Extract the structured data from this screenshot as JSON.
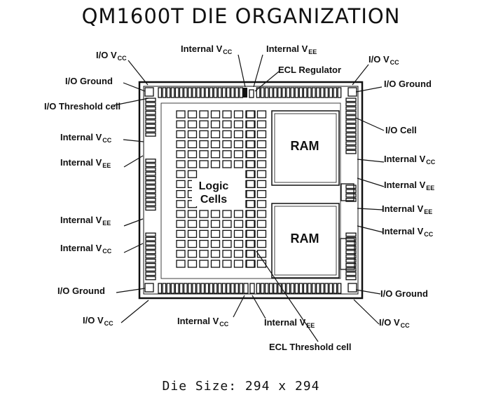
{
  "title": "QM1600T DIE ORGANIZATION",
  "footer": "Die Size: 294 x 294",
  "blocks": {
    "ram_top": "RAM",
    "ram_bottom": "RAM",
    "logic_line1": "Logic",
    "logic_line2": "Cells"
  },
  "labels": {
    "io_vcc_tl": {
      "main": "I/O V",
      "sub": "CC"
    },
    "io_ground_tl": {
      "main": "I/O Ground"
    },
    "io_threshold_cell": {
      "main": "I/O Threshold cell"
    },
    "internal_vcc_l1": {
      "main": "Internal V",
      "sub": "CC"
    },
    "internal_vee_l1": {
      "main": "Internal V",
      "sub": "EE"
    },
    "internal_vee_l2": {
      "main": "Internal V",
      "sub": "EE"
    },
    "internal_vcc_l2": {
      "main": "Internal V",
      "sub": "CC"
    },
    "io_ground_bl": {
      "main": "I/O Ground"
    },
    "io_vcc_bl": {
      "main": "I/O V",
      "sub": "CC"
    },
    "internal_vcc_top": {
      "main": "Internal V",
      "sub": "CC"
    },
    "internal_vee_top": {
      "main": "Internal V",
      "sub": "EE"
    },
    "ecl_regulator": {
      "main": "ECL Regulator"
    },
    "io_vcc_tr": {
      "main": "I/O V",
      "sub": "CC"
    },
    "io_ground_tr": {
      "main": "I/O Ground"
    },
    "io_cell": {
      "main": "I/O Cell"
    },
    "internal_vcc_r1": {
      "main": "Internal V",
      "sub": "CC"
    },
    "internal_vee_r1": {
      "main": "Internal V",
      "sub": "EE"
    },
    "internal_vee_r2": {
      "main": "Internal V",
      "sub": "EE"
    },
    "internal_vcc_r2": {
      "main": "Internal V",
      "sub": "CC"
    },
    "io_ground_br": {
      "main": "I/O Ground"
    },
    "io_vcc_br": {
      "main": "I/O V",
      "sub": "CC"
    },
    "internal_vcc_bottom": {
      "main": "Internal V",
      "sub": "CC"
    },
    "internal_vee_bottom": {
      "main": "Internal V",
      "sub": "EE"
    },
    "ecl_threshold_cell": {
      "main": "ECL Threshold cell"
    }
  }
}
